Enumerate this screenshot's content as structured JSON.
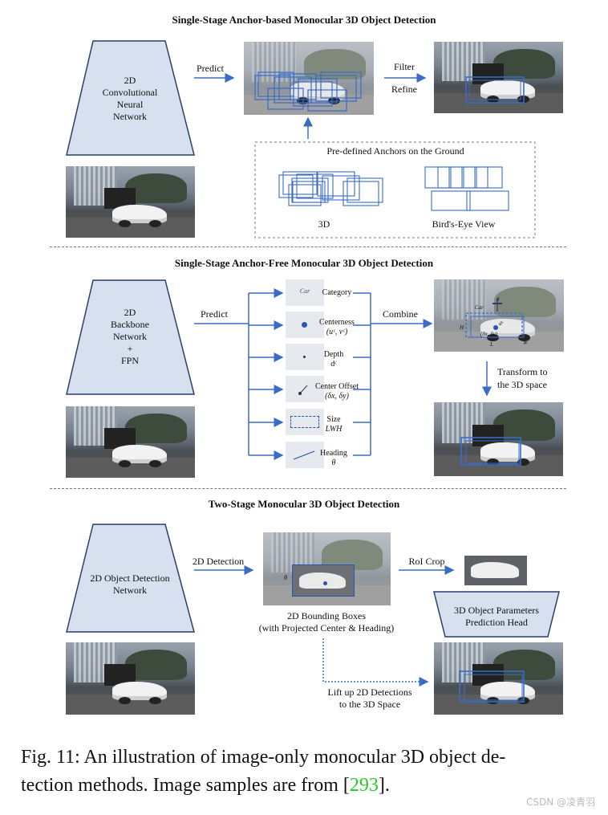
{
  "figure": {
    "section1": {
      "title": "Single-Stage Anchor-based Monocular 3D Object Detection",
      "network": [
        "2D",
        "Convolutional",
        "Neural",
        "Network"
      ],
      "predict": "Predict",
      "filter": "Filter",
      "refine": "Refine",
      "anchors_title": "Pre-defined Anchors on the Ground",
      "anchors_3d": "3D",
      "anchors_bev": "Bird's-Eye View"
    },
    "section2": {
      "title": "Single-Stage Anchor-Free Monocular 3D Object Detection",
      "network": [
        "2D",
        "Backbone",
        "Network",
        "+",
        "FPN"
      ],
      "predict": "Predict",
      "combine": "Combine",
      "transform": [
        "Transform to",
        "the 3D space"
      ],
      "car_tag": "Car",
      "heads": [
        {
          "name": "Category",
          "sub": "",
          "icon": "Car"
        },
        {
          "name": "Centerness",
          "sub": "(uᶜ, vᶜ)",
          "icon": ""
        },
        {
          "name": "Depth",
          "sub": "dᶜ",
          "icon": ""
        },
        {
          "name": "Center Offset",
          "sub": "(δx, δy)",
          "icon": ""
        },
        {
          "name": "Size",
          "sub": "LWH",
          "icon": ""
        },
        {
          "name": "Heading",
          "sub": "θ",
          "icon": ""
        }
      ],
      "box_labels": {
        "theta": "θ",
        "depth": "dᶜ",
        "offset": "(δx, δy)",
        "H": "H",
        "L": "L",
        "W": "W",
        "car": "Car"
      }
    },
    "section3": {
      "title": "Two-Stage Monocular 3D Object Detection",
      "network": [
        "2D Object Detection",
        "Network"
      ],
      "detection": "2D Detection",
      "bbox_caption": [
        "2D Bounding Boxes",
        "(with Projected Center & Heading)"
      ],
      "roi": "RoI Crop",
      "head": [
        "3D Object Parameters",
        "Prediction Head"
      ],
      "lift": [
        "Lift up 2D Detections",
        "to the 3D Space"
      ],
      "theta": "θ"
    }
  },
  "caption": {
    "prefix": "Fig. 11: An illustration of image-only monocular 3D object de-",
    "line2_pre": "tection methods. Image samples are from [",
    "ref": "293",
    "line2_post": "]."
  },
  "watermark": "CSDN @凌青羽",
  "colors": {
    "trapezoid_fill": "#d6e0ee",
    "trapezoid_stroke": "#2a3f6a",
    "arrow": "#3a6cc6",
    "box": "#3a6cc6",
    "citation": "#22cc22"
  }
}
